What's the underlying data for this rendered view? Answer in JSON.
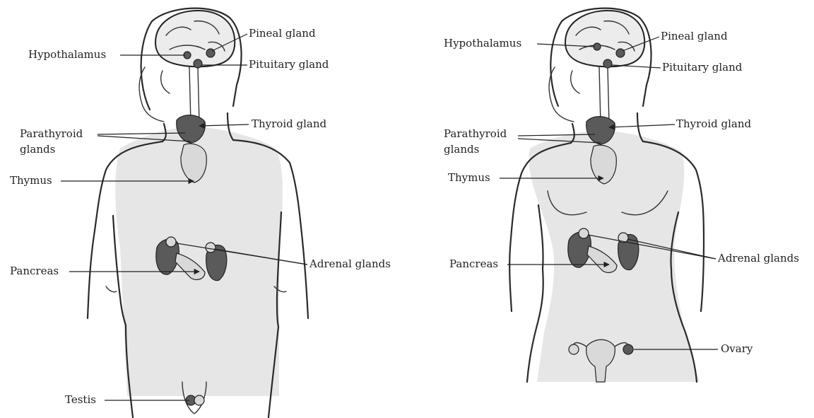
{
  "male": {
    "labels": {
      "pineal": "Pineal gland",
      "hypothalamus": "Hypothalamus",
      "pituitary": "Pituitary gland",
      "thyroid": "Thyroid gland",
      "parathyroid_1": "Parathyroid",
      "parathyroid_2": "glands",
      "thymus": "Thymus",
      "pancreas": "Pancreas",
      "adrenal": "Adrenal glands",
      "testis": "Testis"
    }
  },
  "female": {
    "labels": {
      "pineal": "Pineal gland",
      "hypothalamus": "Hypothalamus",
      "pituitary": "Pituitary gland",
      "thyroid": "Thyroid gland",
      "parathyroid_1": "Parathyroid",
      "parathyroid_2": "glands",
      "thymus": "Thymus",
      "pancreas": "Pancreas",
      "adrenal": "Adrenal glands",
      "ovary": "Ovary"
    }
  }
}
